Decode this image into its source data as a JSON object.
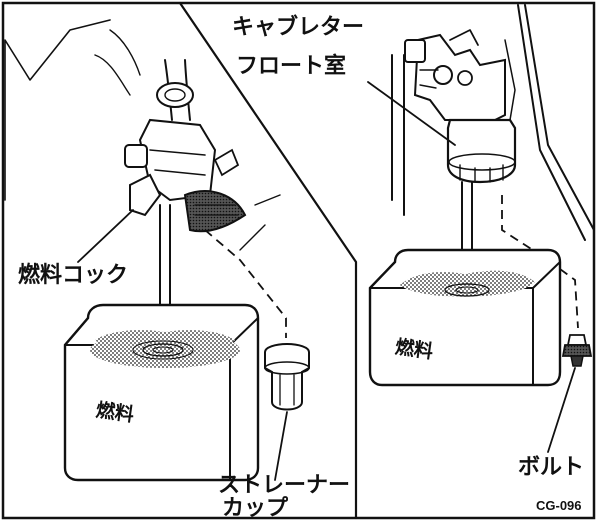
{
  "labels": {
    "carburetor_float_chamber_line1": "キャブレター",
    "carburetor_float_chamber_line2": "フロート室",
    "fuel_cock": "燃料コック",
    "strainer_cup_line1": "ストレーナー",
    "strainer_cup_line2": "カップ",
    "bolt": "ボルト",
    "fuel_left": "燃料",
    "fuel_right": "燃料",
    "figure_code": "CG-096"
  }
}
